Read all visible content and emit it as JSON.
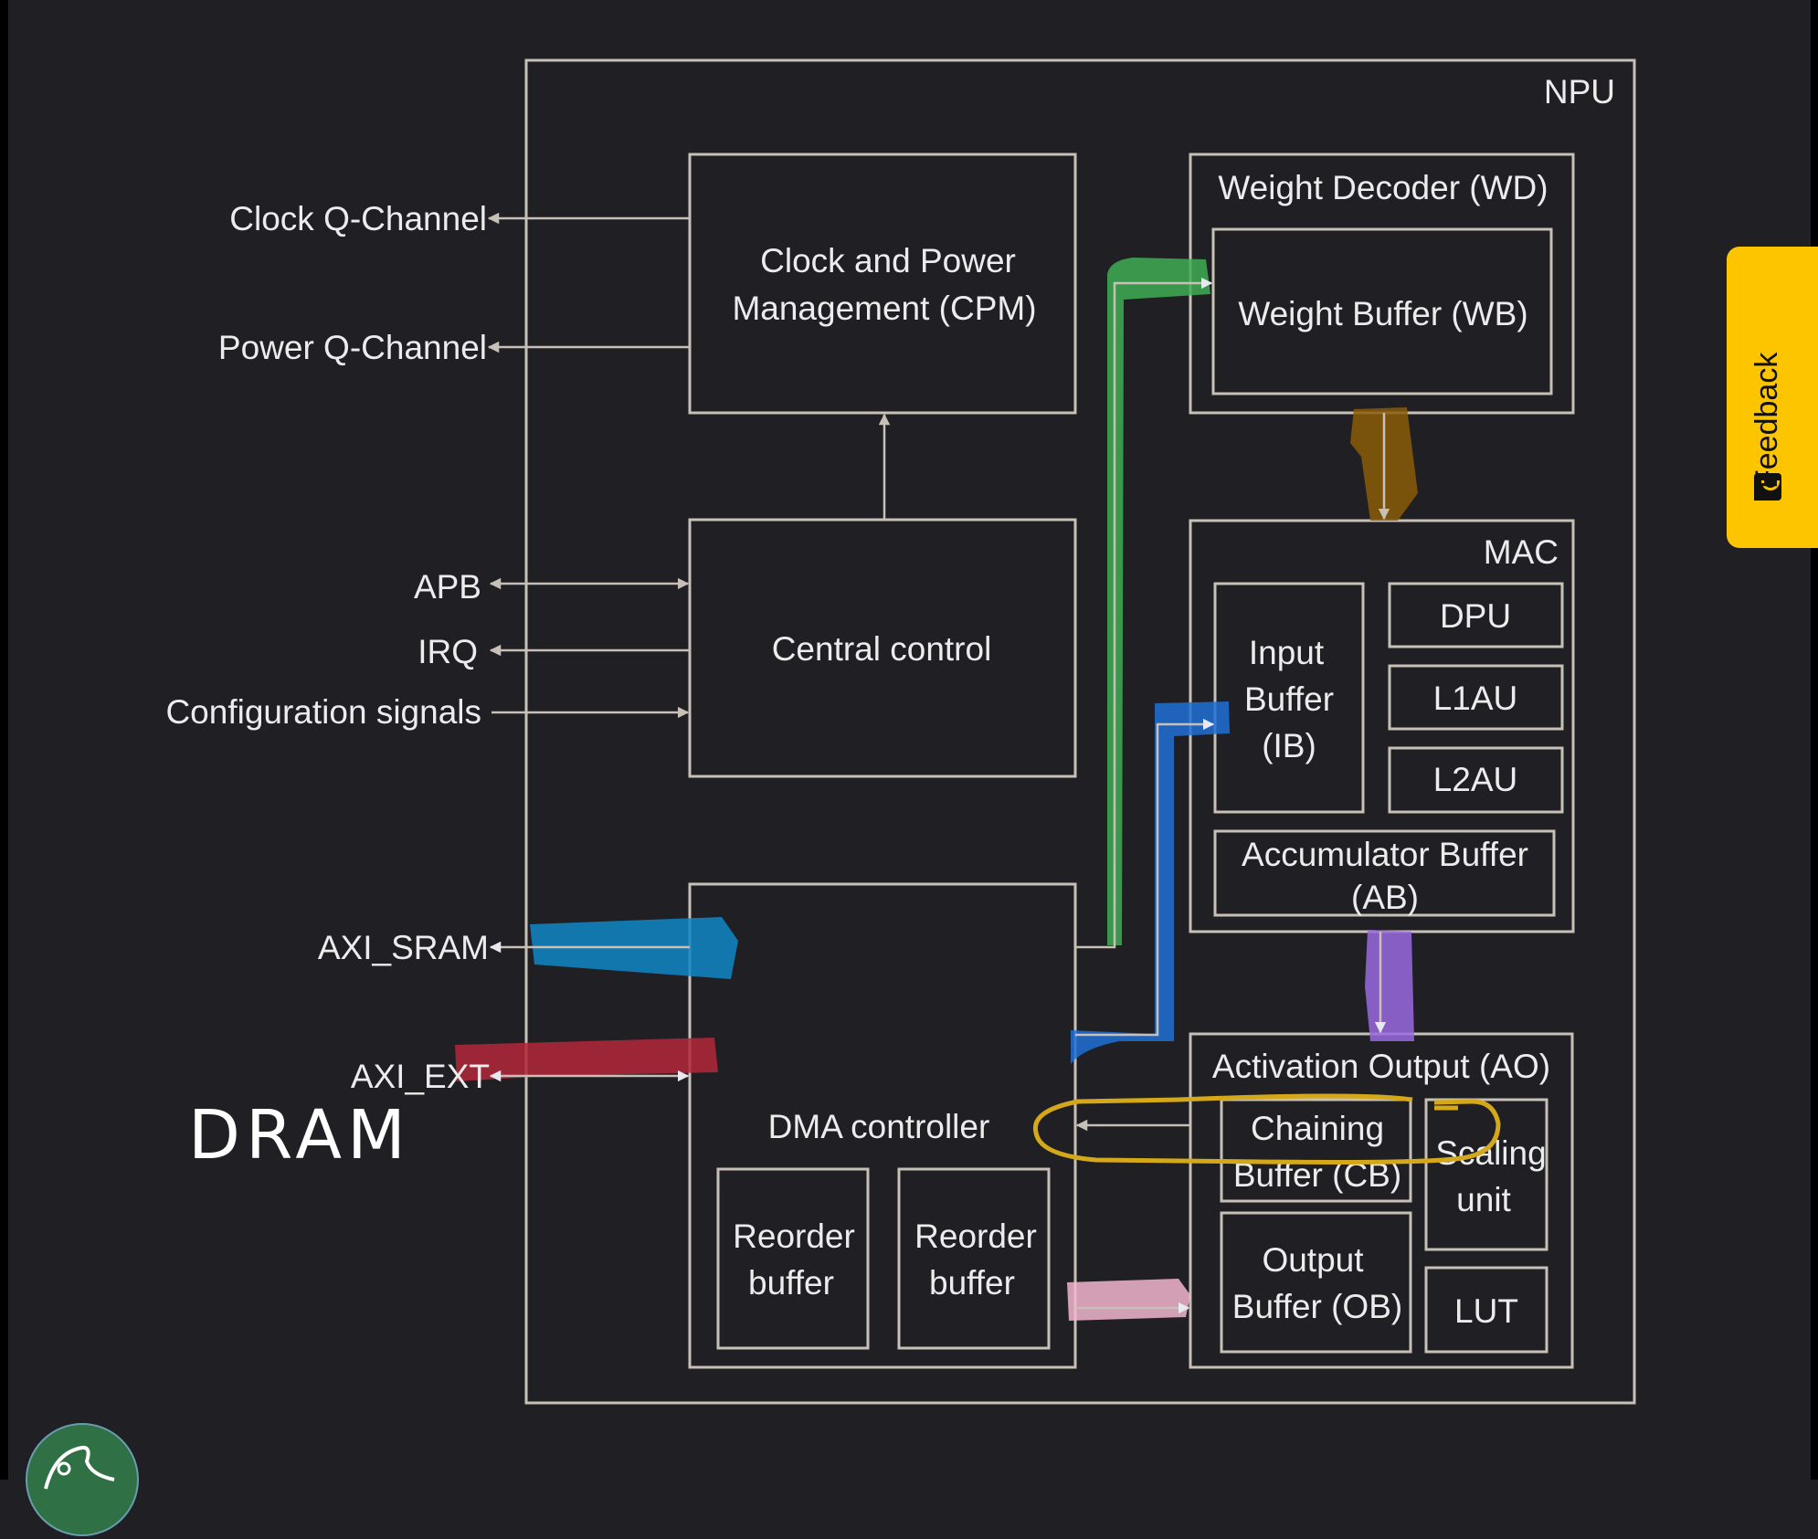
{
  "diagram": {
    "npu": "NPU",
    "cpm": [
      "Clock and Power",
      "Management (CPM)"
    ],
    "central_control": "Central control",
    "dma_controller": "DMA controller",
    "reorder_buffer_1": [
      "Reorder",
      "buffer"
    ],
    "reorder_buffer_2": [
      "Reorder",
      "buffer"
    ],
    "weight_decoder": "Weight Decoder (WD)",
    "weight_buffer": "Weight Buffer (WB)",
    "mac": "MAC",
    "input_buffer": [
      "Input",
      "Buffer",
      "(IB)"
    ],
    "dpu": "DPU",
    "l1au": "L1AU",
    "l2au": "L2AU",
    "accumulator_buffer": [
      "Accumulator Buffer",
      "(AB)"
    ],
    "activation_output": "Activation Output (AO)",
    "chaining_buffer": [
      "Chaining",
      "Buffer (CB)"
    ],
    "scaling_unit": [
      "Scaling",
      "unit"
    ],
    "output_buffer": [
      "Output",
      "Buffer (OB)"
    ],
    "lut": "LUT",
    "signals": {
      "clock_q": "Clock Q-Channel",
      "power_q": "Power Q-Channel",
      "apb": "APB",
      "irq": "IRQ",
      "config": "Configuration signals",
      "axi_sram": "AXI_SRAM",
      "axi_ext": "AXI_EXT"
    },
    "handwritten_note": "DRAM"
  },
  "annotation_colors": {
    "green": "#3fae54",
    "blue": "#1f6fd6",
    "cyan": "#0f87c4",
    "red": "#b3283a",
    "orange": "#8a5c08",
    "purple": "#9a6ae0",
    "pink": "#f3b6cf",
    "yellow": "#d4a819"
  },
  "feedback": {
    "label": "Feedback"
  }
}
